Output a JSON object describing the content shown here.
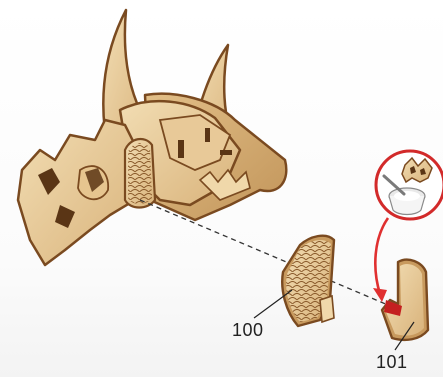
{
  "parts": [
    {
      "id": "part-100",
      "label": "100"
    },
    {
      "id": "part-101",
      "label": "101"
    }
  ],
  "colors": {
    "wood_light": "#ecd3a3",
    "wood_mid": "#d8b27a",
    "wood_edge": "#8a5a2b",
    "arrow_red": "#e03030",
    "glue_ring": "#d22a2a"
  },
  "icons": [
    "glue-bowl-icon",
    "brush-icon",
    "dashed-guide-line",
    "red-curved-arrow"
  ]
}
